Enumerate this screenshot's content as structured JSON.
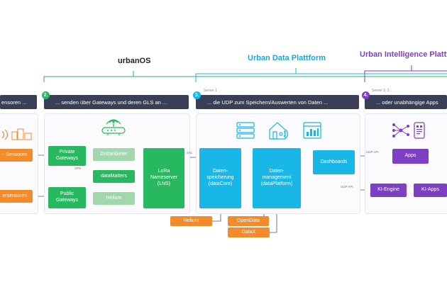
{
  "colors": {
    "dark": "#3b3f55",
    "green": "#27b36a",
    "cyan": "#19b6e8",
    "purple": "#7e3fc4",
    "orange": "#f28b2c"
  },
  "titles": {
    "urbanos": "urbanOS",
    "udp": "Urban Data Plattform",
    "uip": "Urban Intelligence Plattf"
  },
  "headers": {
    "h1": "ensoren ...",
    "h2": "... senden über Gateways und deren GLS an ...",
    "h3": "... die UDP zum Speichern/Auswerten von Daten ...",
    "h4": "... oder unabhängige Apps"
  },
  "steps": {
    "s2": "2.",
    "s3": "3.",
    "s4": "4."
  },
  "servers": {
    "s1": "Server 1",
    "s23": "Server 2, 3..."
  },
  "boxes": {
    "sensoren": "- Sensoren",
    "ersensoren": "ersensoren",
    "private_gw": "Private\nGateways",
    "public_gw": "Public\nGateways",
    "drittanbieter": "Drittanbieter",
    "datamatters": "dataMatters",
    "helium_gw": "Helium",
    "lora": "LoRa\nNameserver\n(LNS)",
    "datenspeicherung": "Daten-\nspeicherung\n(dataCore)",
    "datenmanagement": "Daten-\nmanagement\n(dataPlatform)",
    "dashboards": "Dashboards",
    "apps": "Apps",
    "ki_engine": "KI-Engine",
    "ki_apps": "KI-Apps",
    "helium_src": "Helium",
    "opendata": "OpenData",
    "datax": "DataX"
  },
  "labels": {
    "vpn": "VPN",
    "ssl": "SSL",
    "udp_api_1": "UDP API",
    "udp_api_2": "UDP API"
  },
  "icons": [
    "sensor-wave-icon",
    "city-buildings-icon",
    "gateway-router-icon",
    "server-stack-icon",
    "smart-home-icon",
    "dashboard-chart-icon",
    "ai-network-icon",
    "mobile-app-icon"
  ]
}
